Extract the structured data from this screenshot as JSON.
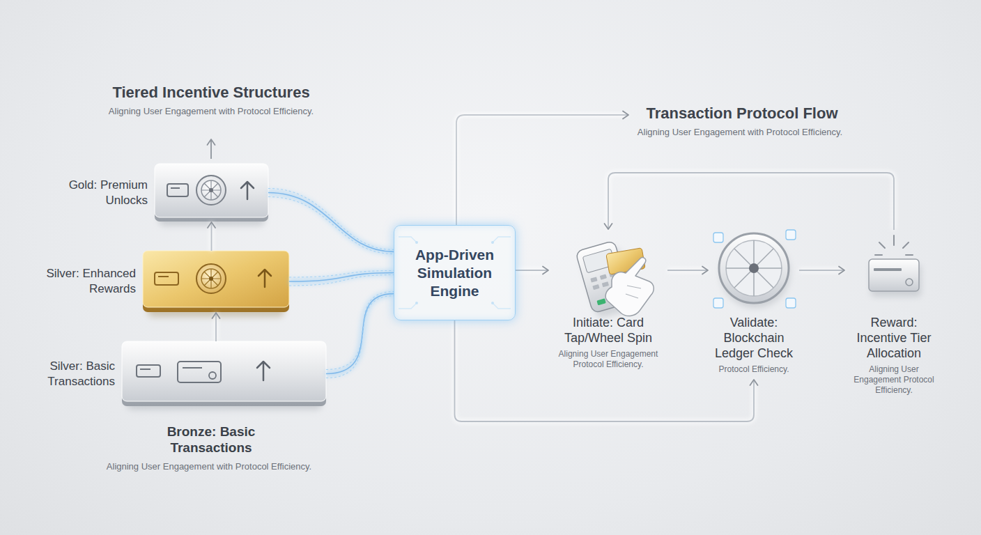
{
  "diagram": {
    "nodes": [
      {
        "text": [
          "Gold: Premium Unlocks"
        ]
      },
      {
        "text": [
          "Silver: Enhanced Rewards"
        ]
      },
      {
        "text": [
          "Silver: Basic Transactions"
        ]
      },
      {
        "text": [
          "App-Driven Simulation Engine"
        ]
      },
      {
        "text": [
          "Initiate: Card Tap/Wheel Spin",
          "Aligning User Engagement Protocol Efficiency."
        ]
      },
      {
        "text": [
          "Validate: Blockchain Ledger Check",
          "Protocol Efficiency."
        ]
      },
      {
        "text": [
          "Reward: Incentive Tier Allocation",
          "Aligning User Engagement Protocol Efficiency."
        ]
      }
    ],
    "edges": [
      {
        "from": 2,
        "to": 1,
        "arrow": "to"
      },
      {
        "from": 1,
        "to": 0,
        "arrow": "to"
      },
      {
        "from": 0,
        "to": 3,
        "arrow": "none"
      },
      {
        "from": 1,
        "to": 3,
        "arrow": "none"
      },
      {
        "from": 2,
        "to": 3,
        "arrow": "none"
      },
      {
        "from": 3,
        "to": 4,
        "arrow": "to"
      },
      {
        "from": 4,
        "to": 5,
        "arrow": "to"
      },
      {
        "from": 5,
        "to": 6,
        "arrow": "to"
      },
      {
        "from": 6,
        "to": 4,
        "arrow": "to"
      },
      {
        "from": 3,
        "to": 5,
        "arrow": "to"
      }
    ],
    "labels": [
      "Tiered Incentive Structures",
      "Aligning User Engagement with Protocol Efficiency.",
      "Transaction Protocol Flow",
      "Aligning User Engagement with Protocol Efficiency.",
      "Bronze: Basic Transactions",
      "Aligning User Engagement with Protocol Efficiency."
    ]
  }
}
